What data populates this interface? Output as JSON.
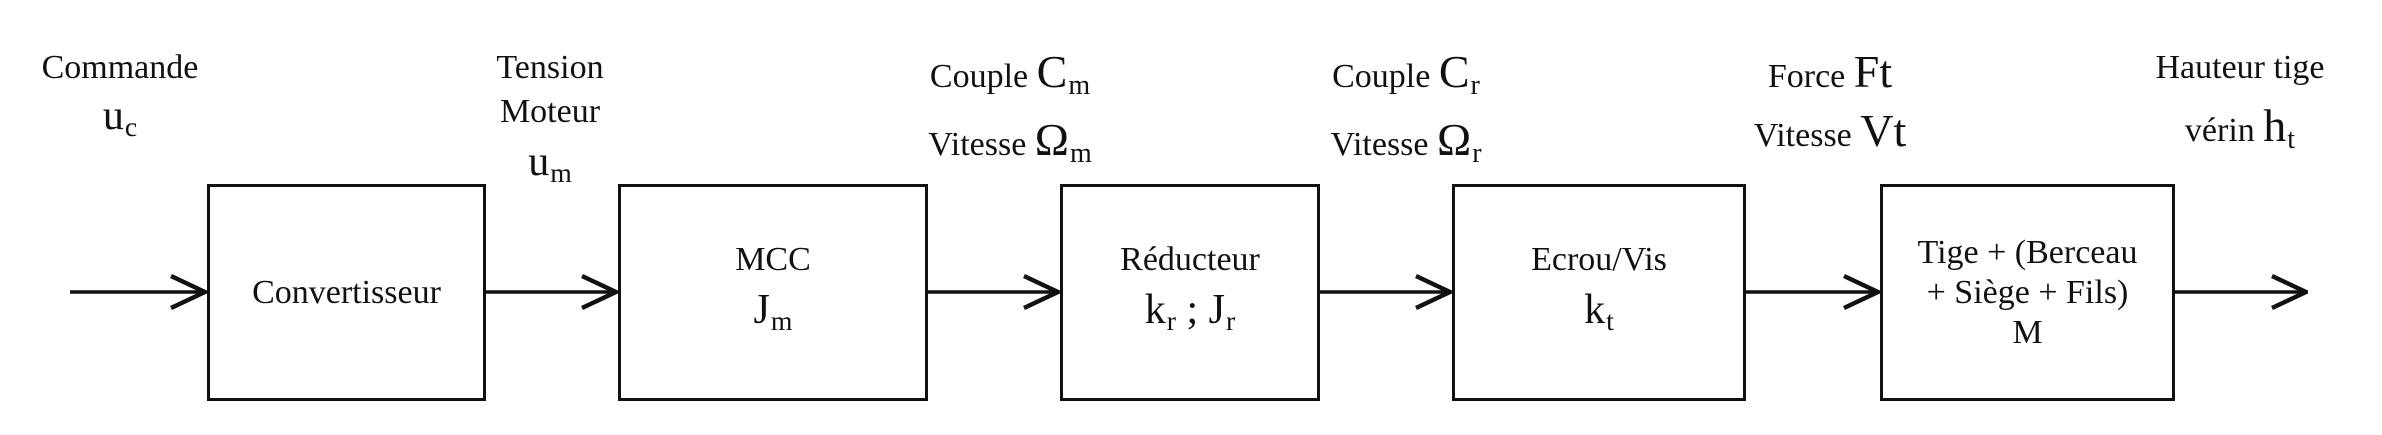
{
  "blocks": [
    {
      "id": "conv",
      "lines": [
        {
          "text": "Convertisseur"
        }
      ]
    },
    {
      "id": "mcc",
      "lines": [
        {
          "text": "MCC"
        },
        {
          "big": "J",
          "sub": "m"
        }
      ]
    },
    {
      "id": "red",
      "lines": [
        {
          "text": "Réducteur"
        },
        {
          "big": "k",
          "sub": "r",
          "mid": " ; ",
          "big2": "J",
          "sub2": "r"
        }
      ]
    },
    {
      "id": "ecrou",
      "lines": [
        {
          "text": "Ecrou/Vis"
        },
        {
          "big": "k",
          "sub": "t"
        }
      ]
    },
    {
      "id": "tige",
      "lines": [
        {
          "text": "Tige + (Berceau"
        },
        {
          "text": "+ Siège + Fils)"
        },
        {
          "text": "M"
        }
      ]
    }
  ],
  "signals": {
    "commande": {
      "title": "Commande",
      "sym": "u",
      "sub": "c"
    },
    "tension": {
      "line1": "Tension",
      "line2": "Moteur",
      "sym": "u",
      "sub": "m"
    },
    "couple_m": {
      "l1_text": "Couple ",
      "l1_sym": "C",
      "l1_sub": "m",
      "l2_text": "Vitesse ",
      "l2_sym": "Ω",
      "l2_sub": "m"
    },
    "couple_r": {
      "l1_text": "Couple ",
      "l1_sym": "C",
      "l1_sub": "r",
      "l2_text": "Vitesse ",
      "l2_sym": "Ω",
      "l2_sub": "r"
    },
    "force": {
      "l1_text": "Force ",
      "l1_sym": "Ft",
      "l2_text": "Vitesse ",
      "l2_sym": "Vt"
    },
    "hauteur": {
      "line1": "Hauteur tige",
      "l2_text": "vérin ",
      "l2_sym": "h",
      "l2_sub": "t"
    }
  }
}
